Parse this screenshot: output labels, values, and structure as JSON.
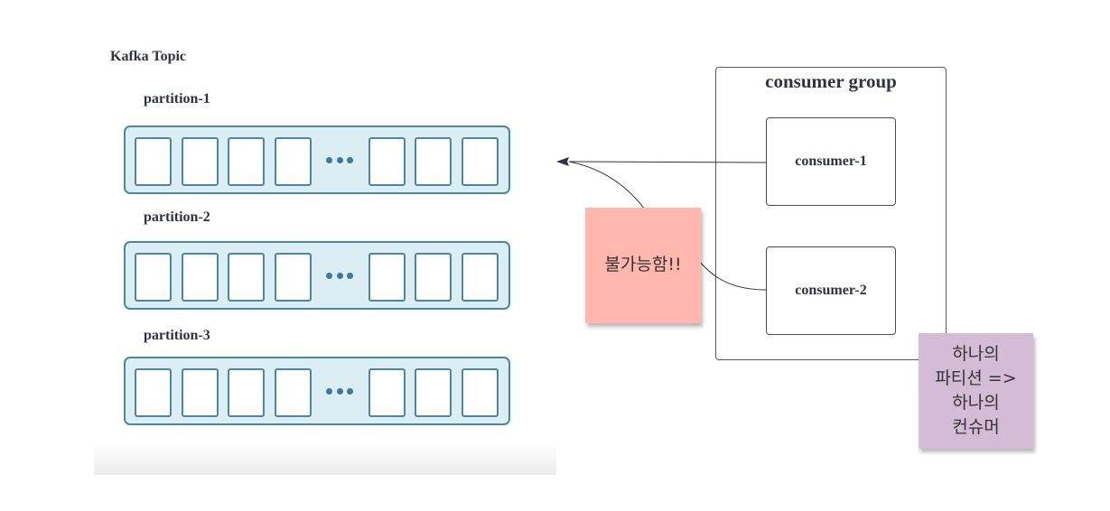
{
  "topic": {
    "title": "Kafka Topic",
    "partitions": [
      {
        "label": "partition-1"
      },
      {
        "label": "partition-2"
      },
      {
        "label": "partition-3"
      }
    ]
  },
  "consumer_group": {
    "title": "consumer group",
    "consumers": [
      {
        "label": "consumer-1"
      },
      {
        "label": "consumer-2"
      }
    ]
  },
  "notes": {
    "impossible": "불가능함!!",
    "rule": "하나의\n파티션 =>\n하나의\n컨슈머"
  },
  "colors": {
    "partition_fill": "#dbeef4",
    "partition_border": "#4a87a6",
    "note_pink": "#ffb7ae",
    "note_purple": "#d5bcd6"
  }
}
